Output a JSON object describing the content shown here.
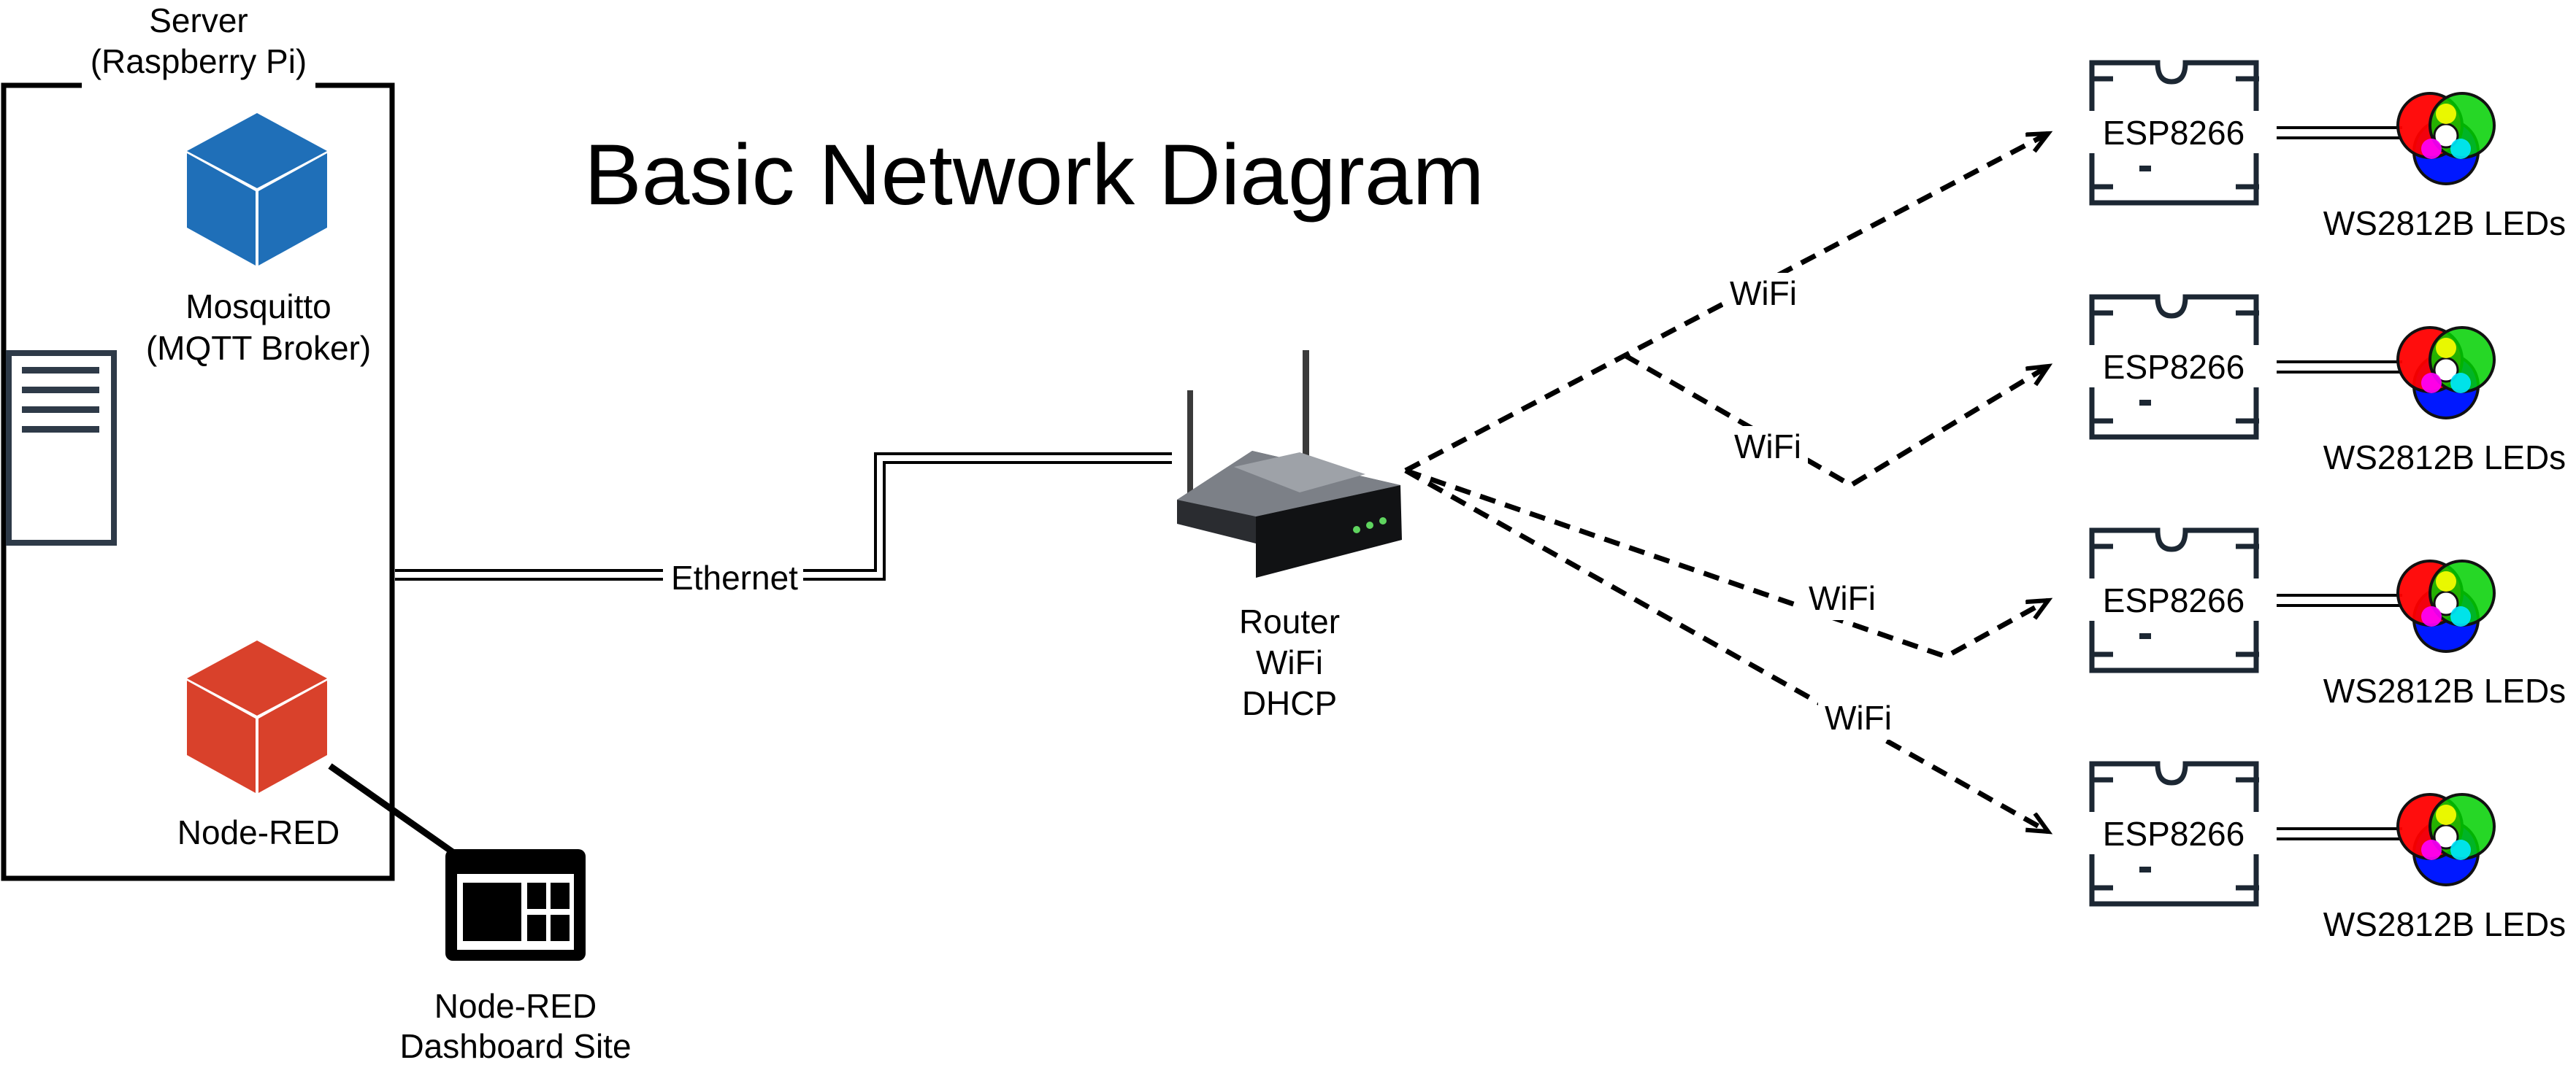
{
  "title": "Basic Network Diagram",
  "server": {
    "label_line1": "Server",
    "label_line2": "(Raspberry Pi)",
    "mosquitto_line1": "Mosquitto",
    "mosquitto_line2": "(MQTT Broker)",
    "nodered_label": "Node-RED",
    "colors": {
      "mosquitto": "#1f6fb8",
      "nodered": "#d9412b"
    }
  },
  "dashboard": {
    "label_line1": "Node-RED",
    "label_line2": "Dashboard Site"
  },
  "ethernet_label": "Ethernet",
  "router": {
    "label_line1": "Router",
    "label_line2": "WiFi",
    "label_line3": "DHCP"
  },
  "links": [
    {
      "label": "WiFi"
    },
    {
      "label": "WiFi"
    },
    {
      "label": "WiFi"
    },
    {
      "label": "WiFi"
    }
  ],
  "devices": [
    {
      "chip": "ESP8266",
      "leds": "WS2812B LEDs"
    },
    {
      "chip": "ESP8266",
      "leds": "WS2812B LEDs"
    },
    {
      "chip": "ESP8266",
      "leds": "WS2812B LEDs"
    },
    {
      "chip": "ESP8266",
      "leds": "WS2812B LEDs"
    }
  ],
  "led_colors": {
    "red": "#ff0000",
    "green": "#00d000",
    "blue": "#0018ff"
  }
}
